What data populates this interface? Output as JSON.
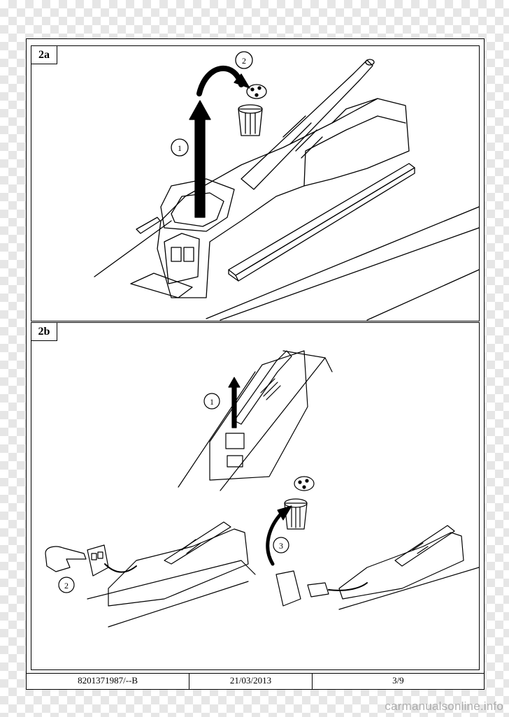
{
  "panels": [
    {
      "label": "2a",
      "steps": [
        "1",
        "2"
      ]
    },
    {
      "label": "2b",
      "steps": [
        "1",
        "2",
        "3"
      ]
    }
  ],
  "footer": {
    "reference": "8201371987/--B",
    "date": "21/03/2013",
    "page": "3/9"
  },
  "watermark": "carmanualsonline.info"
}
